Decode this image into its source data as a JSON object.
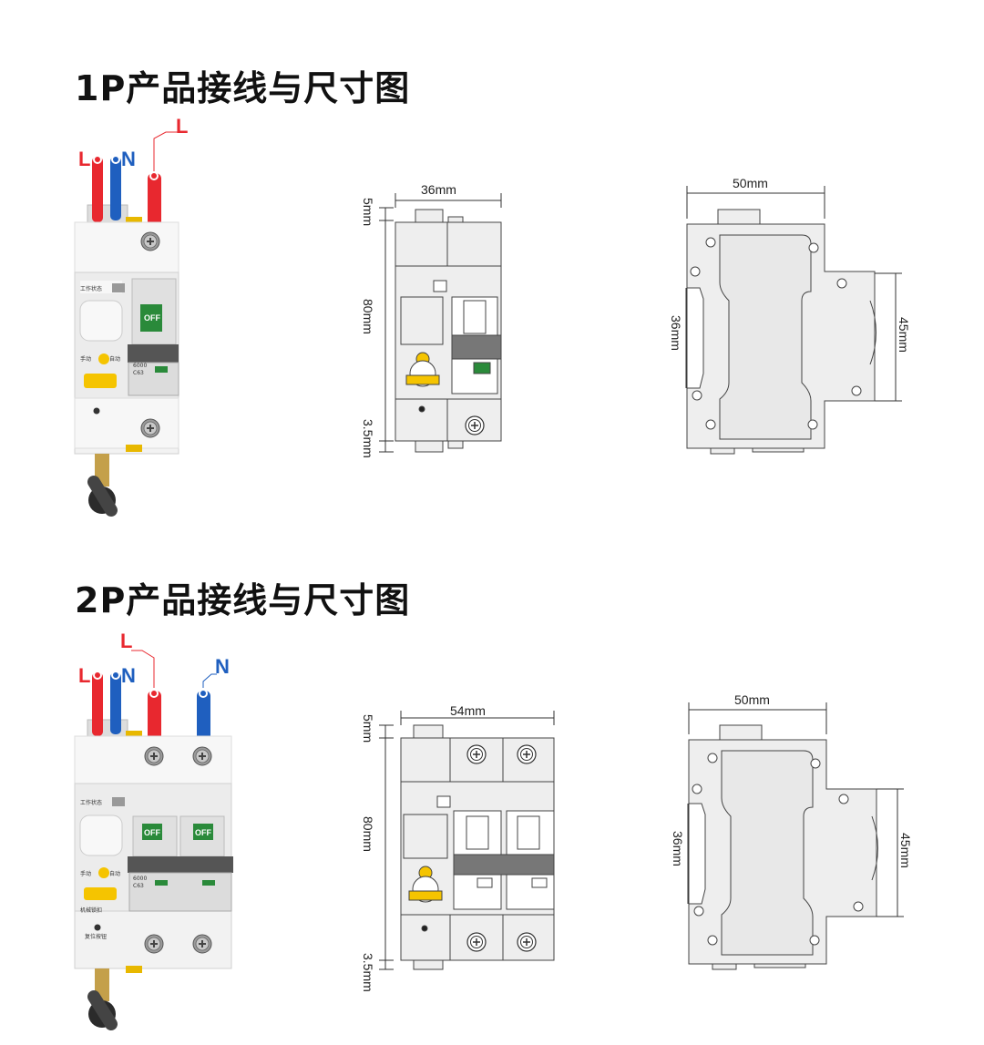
{
  "sections": [
    {
      "title": "1P产品接线与尺寸图",
      "wiring": {
        "label_L": "L",
        "label_N": "N",
        "label_L_top": "L"
      },
      "device_text": {
        "status": "工作状态",
        "manual": "手动",
        "auto": "自动",
        "off": "OFF",
        "rating_1": "6000",
        "rating_2": "C63"
      },
      "front": {
        "width": "36mm",
        "top": "5mm",
        "height": "80mm",
        "bottom": "3.5mm"
      },
      "side": {
        "width": "50mm",
        "left": "36mm",
        "right": "45mm"
      }
    },
    {
      "title": "2P产品接线与尺寸图",
      "wiring": {
        "label_L": "L",
        "label_N": "N",
        "label_L_top": "L",
        "label_N_top": "N"
      },
      "device_text": {
        "status": "工作状态",
        "manual": "手动",
        "auto": "自动",
        "off": "OFF",
        "off2": "OFF",
        "rating_1": "6000",
        "rating_2": "C63",
        "bottom_1": "机械锁扣",
        "bottom_2": "复位按钮"
      },
      "front": {
        "width": "54mm",
        "top": "5mm",
        "height": "80mm",
        "bottom": "3.5mm"
      },
      "side": {
        "width": "50mm",
        "left": "36mm",
        "right": "45mm"
      }
    }
  ],
  "colors": {
    "live": "#e8282f",
    "neutral": "#1f5fbf",
    "handle": "#f5c400",
    "body": "#eeeeee",
    "indicator": "#2a8a3a"
  }
}
